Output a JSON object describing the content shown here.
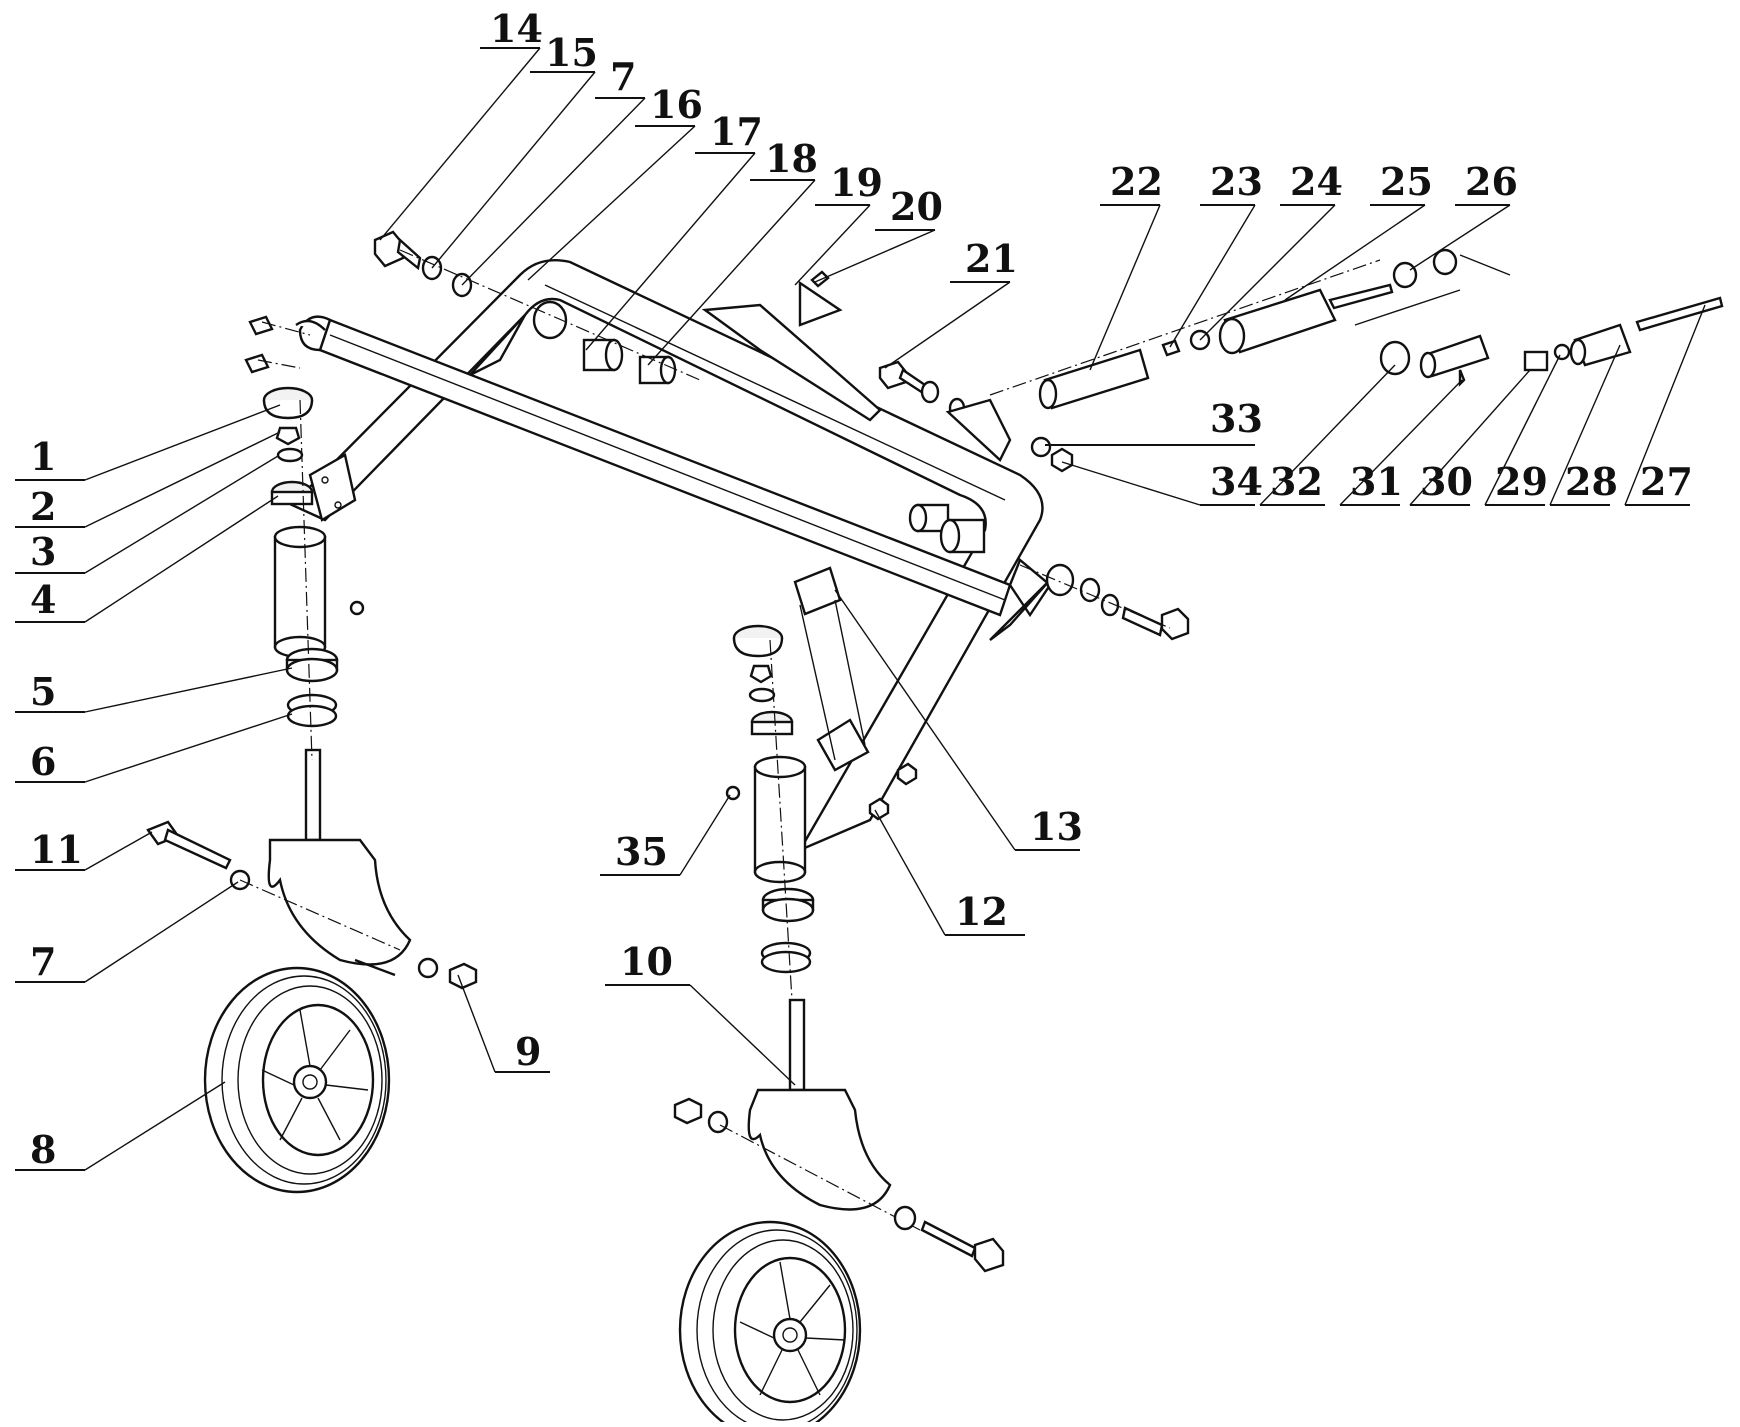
{
  "callouts": [
    {
      "id": "c1",
      "text": "1"
    },
    {
      "id": "c2",
      "text": "2"
    },
    {
      "id": "c3",
      "text": "3"
    },
    {
      "id": "c4",
      "text": "4"
    },
    {
      "id": "c5",
      "text": "5"
    },
    {
      "id": "c6",
      "text": "6"
    },
    {
      "id": "c7a",
      "text": "7"
    },
    {
      "id": "c8",
      "text": "8"
    },
    {
      "id": "c9",
      "text": "9"
    },
    {
      "id": "c10",
      "text": "10"
    },
    {
      "id": "c11",
      "text": "11"
    },
    {
      "id": "c12",
      "text": "12"
    },
    {
      "id": "c13",
      "text": "13"
    },
    {
      "id": "c14",
      "text": "14"
    },
    {
      "id": "c15",
      "text": "15"
    },
    {
      "id": "c7b",
      "text": "7"
    },
    {
      "id": "c16",
      "text": "16"
    },
    {
      "id": "c17",
      "text": "17"
    },
    {
      "id": "c18",
      "text": "18"
    },
    {
      "id": "c19",
      "text": "19"
    },
    {
      "id": "c20",
      "text": "20"
    },
    {
      "id": "c21",
      "text": "21"
    },
    {
      "id": "c22",
      "text": "22"
    },
    {
      "id": "c23",
      "text": "23"
    },
    {
      "id": "c24",
      "text": "24"
    },
    {
      "id": "c25",
      "text": "25"
    },
    {
      "id": "c26",
      "text": "26"
    },
    {
      "id": "c27",
      "text": "27"
    },
    {
      "id": "c28",
      "text": "28"
    },
    {
      "id": "c29",
      "text": "29"
    },
    {
      "id": "c30",
      "text": "30"
    },
    {
      "id": "c31",
      "text": "31"
    },
    {
      "id": "c32",
      "text": "32"
    },
    {
      "id": "c33",
      "text": "33"
    },
    {
      "id": "c34",
      "text": "34"
    },
    {
      "id": "c35",
      "text": "35"
    }
  ]
}
